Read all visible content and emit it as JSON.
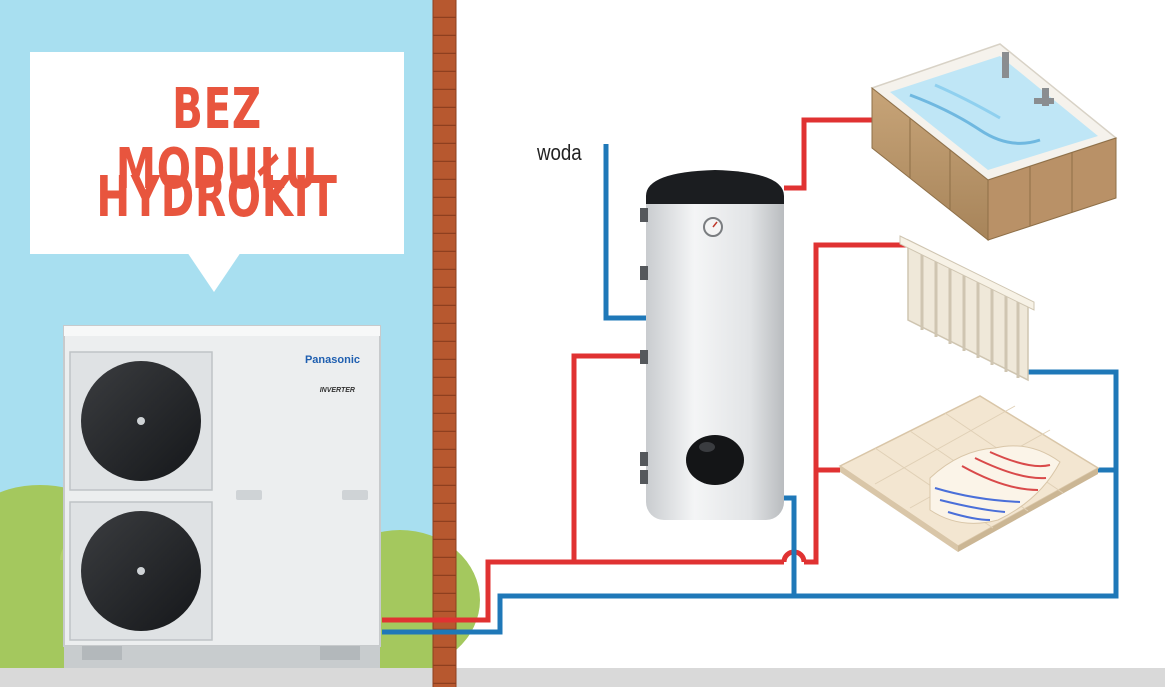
{
  "headline": {
    "line1": "BEZ MODUŁU",
    "line2": "HYDROKIT"
  },
  "heat_pump": {
    "brand": "Panasonic",
    "badge": "INVERTER"
  },
  "water_label": "woda",
  "colors": {
    "sky": "#a8dff0",
    "wall_brick": "#b7582f",
    "headline_red": "#e8553e",
    "pipe_hot": "#e03232",
    "pipe_cold": "#1f78b8",
    "bush": "#a4c85e",
    "panasonic_blue": "#1f5fb0"
  }
}
